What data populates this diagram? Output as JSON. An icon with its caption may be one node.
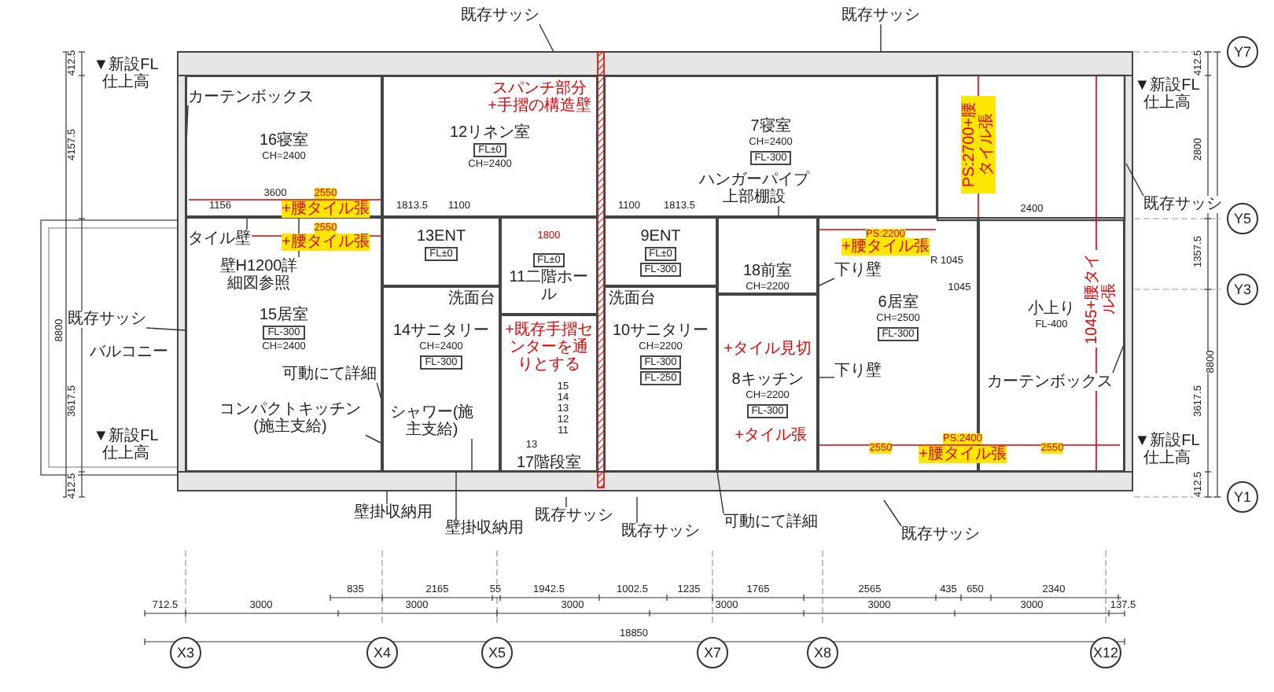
{
  "diagram": {
    "nodes": [
      {
        "text": [
          "16寝室",
          "CH=2400"
        ]
      },
      {
        "text": [
          "12リネン室",
          "FL±0",
          "CH=2400"
        ]
      },
      {
        "text": [
          "7寝室",
          "CH=2400",
          "FL-300"
        ]
      },
      {
        "text": [
          "13ENT",
          "FL±0"
        ]
      },
      {
        "text": [
          "FL±0",
          "11二階ホール"
        ]
      },
      {
        "text": [
          "9ENT",
          "FL±0",
          "FL-300"
        ]
      },
      {
        "text": [
          "18前室",
          "CH=2200"
        ]
      },
      {
        "text": [
          "15居室",
          "FL-300",
          "CH=2400"
        ]
      },
      {
        "text": [
          "14サニタリー",
          "CH=2400",
          "FL-300"
        ]
      },
      {
        "text": [
          "17階段室"
        ]
      },
      {
        "text": [
          "10サニタリー",
          "CH=2200",
          "FL-300",
          "FL-250"
        ]
      },
      {
        "text": [
          "8キッチン",
          "CH=2200",
          "FL-300"
        ]
      },
      {
        "text": [
          "6居室",
          "CH=2500",
          "FL-300"
        ]
      },
      {
        "text": [
          "小上り",
          "FL-400"
        ]
      },
      {
        "text": [
          "X3"
        ]
      },
      {
        "text": [
          "X4"
        ]
      },
      {
        "text": [
          "X5"
        ]
      },
      {
        "text": [
          "X7"
        ]
      },
      {
        "text": [
          "X8"
        ]
      },
      {
        "text": [
          "X12"
        ]
      },
      {
        "text": [
          "Y7"
        ]
      },
      {
        "text": [
          "Y5"
        ]
      },
      {
        "text": [
          "Y3"
        ]
      },
      {
        "text": [
          "Y1"
        ]
      },
      {
        "text": [
          "既存サッシ"
        ]
      },
      {
        "text": [
          "既存サッシ"
        ]
      },
      {
        "text": [
          "カーテンボックス"
        ],
        "in": 0
      },
      {
        "text": [
          "タイル壁"
        ],
        "in": 7
      },
      {
        "text": [
          "壁H1200詳細図参照"
        ],
        "in": 7
      },
      {
        "text": [
          "既存サッシ"
        ]
      },
      {
        "text": [
          "可動にて詳細"
        ],
        "in": 7
      },
      {
        "text": [
          "コンパクトキッチン(施主支給)"
        ],
        "in": 7
      },
      {
        "text": [
          "シャワー(施主支給)"
        ],
        "in": 8
      },
      {
        "text": [
          "壁掛収納用"
        ]
      },
      {
        "text": [
          "壁掛収納用"
        ]
      },
      {
        "text": [
          "既存サッシ"
        ]
      },
      {
        "text": [
          "既存サッシ"
        ]
      },
      {
        "text": [
          "可動にて詳細"
        ]
      },
      {
        "text": [
          "既存サッシ"
        ]
      },
      {
        "text": [
          "ハンガーパイプ上部棚設"
        ],
        "in": 2
      },
      {
        "text": [
          "下り壁"
        ],
        "in": 12
      },
      {
        "text": [
          "下り壁"
        ],
        "in": 12
      },
      {
        "text": [
          "既存サッシ"
        ]
      },
      {
        "text": [
          "カーテンボックス"
        ],
        "in": 13
      }
    ],
    "edges": [
      {
        "from": 24,
        "to": null,
        "arrow": "none"
      },
      {
        "from": 25,
        "to": null,
        "arrow": "none"
      },
      {
        "from": 26,
        "to": 0,
        "arrow": "none"
      },
      {
        "from": 27,
        "to": 0,
        "arrow": "none"
      },
      {
        "from": 28,
        "to": 7,
        "arrow": "none"
      },
      {
        "from": 29,
        "to": 7,
        "arrow": "none"
      },
      {
        "from": 30,
        "to": 7,
        "arrow": "none"
      },
      {
        "from": 31,
        "to": 7,
        "arrow": "none"
      },
      {
        "from": 32,
        "to": 8,
        "arrow": "none"
      },
      {
        "from": 33,
        "to": null,
        "arrow": "none"
      },
      {
        "from": 34,
        "to": 8,
        "arrow": "none"
      },
      {
        "from": 35,
        "to": null,
        "arrow": "none"
      },
      {
        "from": 36,
        "to": null,
        "arrow": "none"
      },
      {
        "from": 37,
        "to": 11,
        "arrow": "none"
      },
      {
        "from": 38,
        "to": null,
        "arrow": "none"
      },
      {
        "from": 39,
        "to": 6,
        "arrow": "none"
      },
      {
        "from": 40,
        "to": 12,
        "arrow": "none"
      },
      {
        "from": 41,
        "to": 12,
        "arrow": "none"
      },
      {
        "from": 42,
        "to": null,
        "arrow": "none"
      },
      {
        "from": 43,
        "to": 13,
        "arrow": "none"
      }
    ],
    "labels": [
      "412.5",
      "▼新設FL仕上高",
      "4157.5",
      "8800",
      "バルコニー",
      "3617.5",
      "▼新設FL仕上高",
      "412.5",
      "▼新設FL仕上高",
      "412.5",
      "2800",
      "1357.5",
      "8800",
      "3617.5",
      "▼新設FL仕上高",
      "412.5",
      "スパンチ部分+手摺の構造壁",
      "PS:2700+腰タイル張",
      "1156",
      "3600",
      "2550",
      "+腰タイル張",
      "1813.5",
      "1100",
      "1100",
      "1813.5",
      "2400",
      "2550",
      "+腰タイル張",
      "1800",
      "+既存手摺センターを通りとする",
      "洗面台",
      "洗面台",
      "15",
      "14",
      "13",
      "12",
      "11",
      "13",
      "PS:2200",
      "+腰タイル張",
      "R 1045",
      "1045",
      "1045+腰タイル張",
      "+タイル見切",
      "+タイル張",
      "PS:2400",
      "+腰タイル張",
      "2550",
      "2550",
      "835",
      "2165",
      "55",
      "1942.5",
      "1002.5",
      "1235",
      "1765",
      "2565",
      "435",
      "650",
      "2340",
      "712.5",
      "3000",
      "3000",
      "3000",
      "3000",
      "3000",
      "3000",
      "137.5",
      "18850"
    ]
  }
}
